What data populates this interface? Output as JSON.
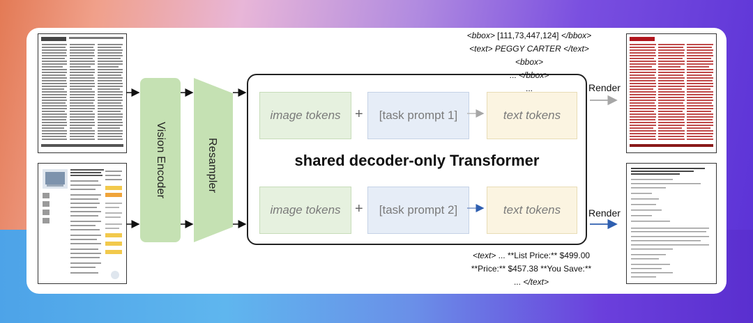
{
  "blocks": {
    "vision_encoder": "Vision Encoder",
    "resampler": "Resampler"
  },
  "transformer": {
    "title": "shared decoder-only Transformer",
    "row1": {
      "image_tokens": "image tokens",
      "plus": "+",
      "task_prompt": "[task prompt 1]",
      "text_tokens": "text tokens"
    },
    "row2": {
      "image_tokens": "image tokens",
      "plus": "+",
      "task_prompt": "[task prompt 2]",
      "text_tokens": "text tokens"
    }
  },
  "render_labels": {
    "top": "Render",
    "bottom": "Render"
  },
  "annotation_top": {
    "line1_tag_open": "<bbox>",
    "line1_value": " [111,73,447,124] ",
    "line1_tag_close": "</bbox>",
    "line2_tag_open": "<text>",
    "line2_value": " PEGGY CARTER ",
    "line2_tag_close": "</text>",
    "line2_tag_next": " <bbox>",
    "line3_text": "... ",
    "line3_tag": "</bbox>",
    "line4_text": "..."
  },
  "annotation_bottom": {
    "line1_tag": "<text>",
    "line1_text": " ... **List Price:** $499.00",
    "line2_text": "**Price:**  $457.38 **You Save:**",
    "line3_text": "... ",
    "line3_tag": "</text>"
  },
  "colors": {
    "green_block": "#c5e1b3",
    "arrow_top_right": "#a6a6a6",
    "arrow_bottom_right": "#2f5fb0",
    "doc_red": "#b0141c"
  }
}
